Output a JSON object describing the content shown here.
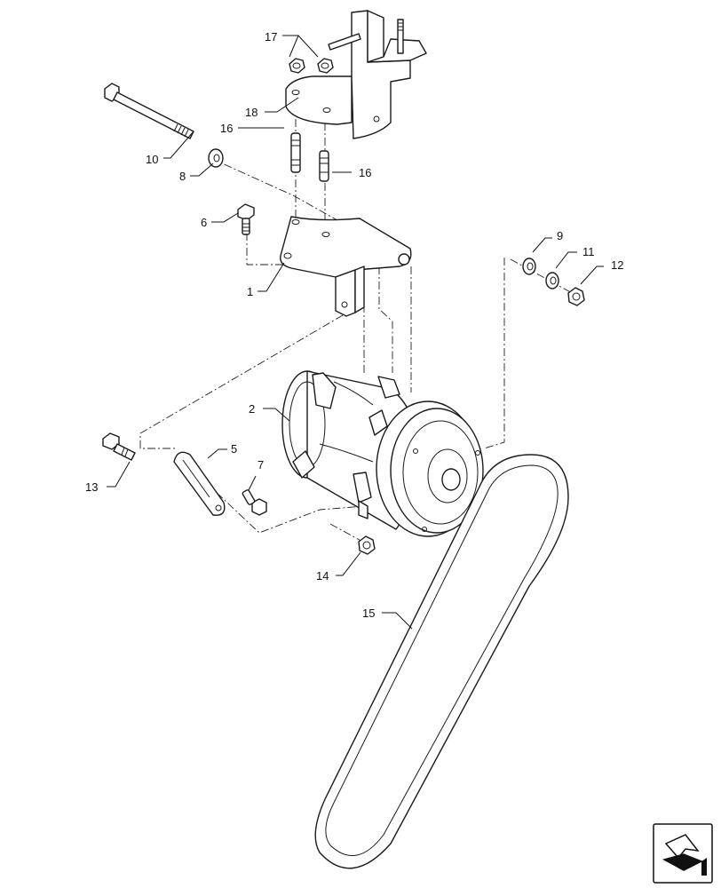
{
  "callouts": {
    "c1": "1",
    "c2": "2",
    "c5": "5",
    "c6": "6",
    "c7": "7",
    "c8": "8",
    "c9": "9",
    "c10": "10",
    "c11": "11",
    "c12": "12",
    "c13": "13",
    "c14": "14",
    "c15": "15",
    "c16a": "16",
    "c16b": "16",
    "c17": "17",
    "c18": "18"
  },
  "icons": {
    "navigation": "next-page-arrow-icon"
  }
}
